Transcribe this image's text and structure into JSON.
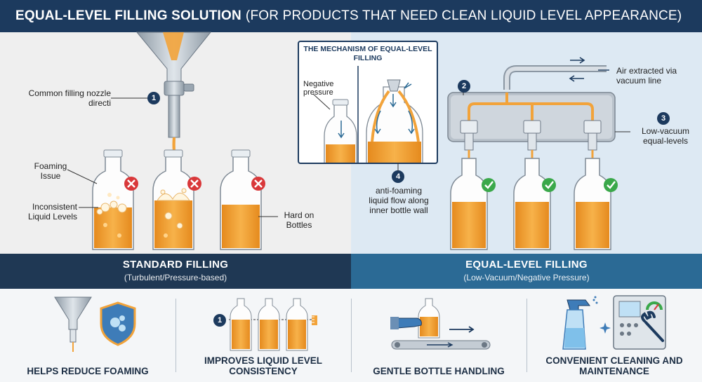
{
  "header": {
    "title": "EQUAL-LEVEL FILLING SOLUTION",
    "subtitle": "(FOR PRODUCTS THAT NEED CLEAN LIQUID LEVEL APPEARANCE)"
  },
  "left": {
    "badge": "1",
    "nozzle_label": "Common filling nozzle directi",
    "foaming_label": "Foaming Issue",
    "levels_label": "Inconsistent Liquid Levels",
    "hard_label": "Hard on Bottles"
  },
  "mechanism": {
    "title": "THE MECHANISM OF EQUAL-LEVEL FILLING",
    "negative_label": "Negative pressure",
    "badge": "4",
    "flow_label": "anti-foaming liquid flow along inner bottle wall"
  },
  "right": {
    "badge2": "2",
    "badge3": "3",
    "air_label": "Air extracted via vacuum line",
    "low_vac_label": "Low-vacuum equal-levels"
  },
  "banners": {
    "standard_title": "STANDARD FILLING",
    "standard_sub": "(Turbulent/Pressure-based)",
    "equal_title": "EQUAL-LEVEL FILLING",
    "equal_sub": "(Low-Vacuum/Negative Pressure)"
  },
  "features": {
    "f1": "HELPS REDUCE FOAMING",
    "f2": "IMPROVES LIQUID LEVEL CONSISTENCY",
    "f2_badge": "1",
    "f3": "GENTLE BOTTLE HANDLING",
    "f4": "CONVENIENT CLEANING AND MAINTENANCE"
  },
  "colors": {
    "navy": "#1c3a5e",
    "liquid": "#f2a33a",
    "error": "#d9383a",
    "success": "#3aa84a"
  }
}
